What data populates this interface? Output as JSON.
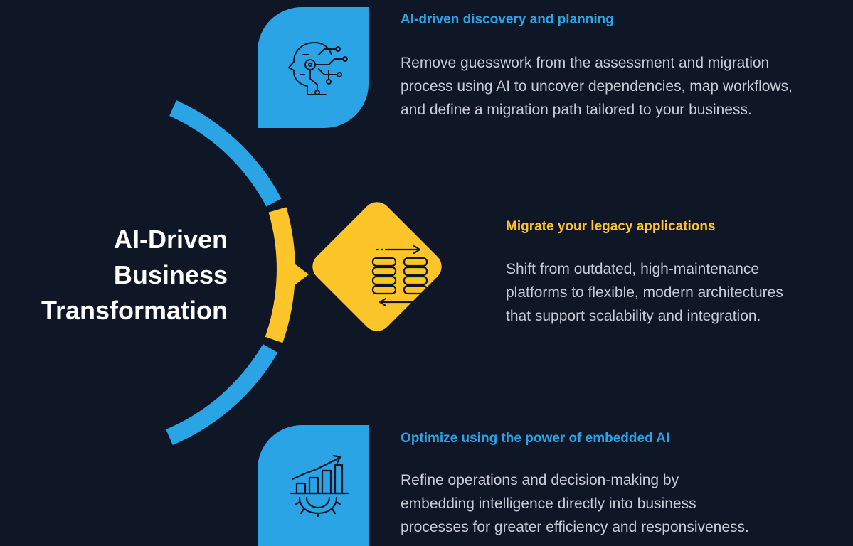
{
  "main_title": {
    "line1": "AI-Driven",
    "line2": "Business",
    "line3": "Transformation"
  },
  "colors": {
    "background": "#0f1626",
    "blue": "#2aa4e4",
    "yellow": "#fcc62b",
    "body_text": "#c6ccd6",
    "icon_stroke": "#0f1626"
  },
  "sections": [
    {
      "title": "AI-driven discovery and planning",
      "title_color": "#2aa4e4",
      "icon": "ai-head-circuit-icon",
      "body": [
        "Remove guesswork from the assessment and migration",
        "process using AI to uncover dependencies, map workflows,",
        "and define a migration path tailored to your business."
      ]
    },
    {
      "title": "Migrate your legacy applications",
      "title_color": "#fcc62b",
      "icon": "database-migration-icon",
      "body": [
        "Shift from outdated, high-maintenance",
        "platforms to flexible, modern architectures",
        "that support scalability and integration."
      ]
    },
    {
      "title": "Optimize using the power of embedded AI",
      "title_color": "#2aa4e4",
      "icon": "growth-chart-gear-icon",
      "body": [
        "Refine operations and decision-making by",
        "embedding intelligence directly into business",
        "processes for greater efficiency and responsiveness."
      ]
    }
  ]
}
